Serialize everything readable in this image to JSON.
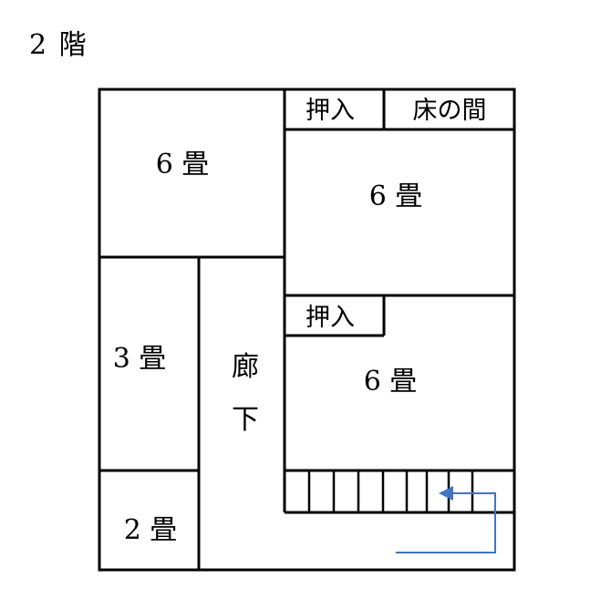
{
  "floor_title": "2 階",
  "rooms": {
    "top_left_6": "6 畳",
    "top_right_6": "6 畳",
    "mid_right_6": "6 畳",
    "left_3": "3 畳",
    "bottom_left_2": "2 畳"
  },
  "storage": {
    "top_closet": "押入",
    "tokonoma": "床の間",
    "mid_closet": "押入"
  },
  "corridor": {
    "char1": "廊",
    "char2": "下"
  },
  "colors": {
    "wall": "#000000",
    "stair_arrow": "#4472C4"
  }
}
